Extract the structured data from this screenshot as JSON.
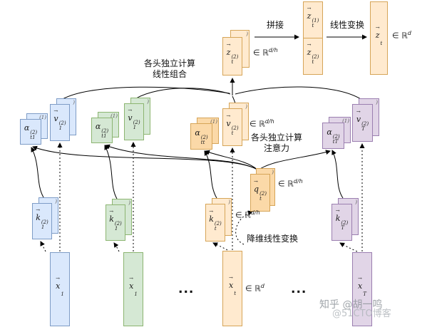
{
  "annotations": {
    "concat_arrow": "拼接",
    "linear_arrow": "线性变换",
    "combine": {
      "line1": "各头独立计算",
      "line2": "线性组合"
    },
    "attention": {
      "line1": "各头独立计算",
      "line2": "注意力"
    },
    "reduce": "降维线性变换"
  },
  "dims": {
    "dh": {
      "prefix": "∈ ℝ",
      "sup": "d/h"
    },
    "d": {
      "prefix": "∈ ℝ",
      "sup": "d"
    }
  },
  "top": {
    "z_head": {
      "vec": "→",
      "base": "z",
      "sub": "t",
      "sup": "(2)",
      "back_hint": ")"
    },
    "concat_top": {
      "vec": "→",
      "base": "z",
      "sub": "t",
      "sup": "(1)"
    },
    "concat_bottom": {
      "vec": "→",
      "base": "z",
      "sub": "t",
      "sup": "(2)"
    },
    "z_final": {
      "vec": "→",
      "base": "z",
      "sub": "t",
      "sup": ""
    }
  },
  "q": {
    "vec": "→",
    "base": "q",
    "sub": "t",
    "sup": "(2)",
    "back_hint": ")"
  },
  "columns": [
    {
      "alpha": {
        "vec": "",
        "base": "α",
        "sub": "t1",
        "sup": "(2)",
        "back_hint": "(1)"
      },
      "v": {
        "vec": "→",
        "base": "v",
        "sub": "1",
        "sup": "(2)",
        "back_hint": ")"
      },
      "k": {
        "vec": "→",
        "base": "k",
        "sub": "1",
        "sup": "(2)",
        "back_hint": ")"
      },
      "x": {
        "vec": "→",
        "base": "x",
        "sub": "1",
        "sup": ""
      }
    },
    {
      "alpha": {
        "vec": "",
        "base": "α",
        "sub": "t1",
        "sup": "(2)",
        "back_hint": "(1)"
      },
      "v": {
        "vec": "→",
        "base": "v",
        "sub": "1",
        "sup": "(2)",
        "back_hint": ")"
      },
      "k": {
        "vec": "→",
        "base": "k",
        "sub": "1",
        "sup": "(2)",
        "back_hint": ")"
      },
      "x": {
        "vec": "→",
        "base": "x",
        "sub": "1",
        "sup": ""
      }
    },
    {
      "alpha": {
        "vec": "",
        "base": "α",
        "sub": "tt",
        "sup": "(2)",
        "back_hint": "(1)"
      },
      "v": {
        "vec": "→",
        "base": "v",
        "sub": "t",
        "sup": "(2)",
        "back_hint": ")"
      },
      "k": {
        "vec": "→",
        "base": "k",
        "sub": "t",
        "sup": "(2)",
        "back_hint": ")"
      },
      "x": {
        "vec": "→",
        "base": "x",
        "sub": "t",
        "sup": ""
      }
    },
    {
      "alpha": {
        "vec": "",
        "base": "α",
        "sub": "tT",
        "sup": "(2)",
        "back_hint": "(1)"
      },
      "v": {
        "vec": "→",
        "base": "v",
        "sub": "T",
        "sup": "(2)",
        "back_hint": ")"
      },
      "k": {
        "vec": "→",
        "base": "k",
        "sub": "T",
        "sup": "(2)",
        "back_hint": ")"
      },
      "x": {
        "vec": "→",
        "base": "x",
        "sub": "T",
        "sup": ""
      }
    }
  ],
  "dots": "...",
  "watermark": {
    "line1": "知乎 @胡一鸣",
    "line2": "@51CTO博客"
  },
  "colors": {
    "blue_fill": "#dae8fc",
    "blue_border": "#7e9cc6",
    "green_fill": "#d5e8d4",
    "green_border": "#8cb571",
    "orange_fill": "#ffeacf",
    "orange_deep_fill": "#fbd9a8",
    "orange_border": "#d6a558",
    "purple_fill": "#e1d5e7",
    "purple_border": "#9b7fb0",
    "line": "#000000"
  }
}
